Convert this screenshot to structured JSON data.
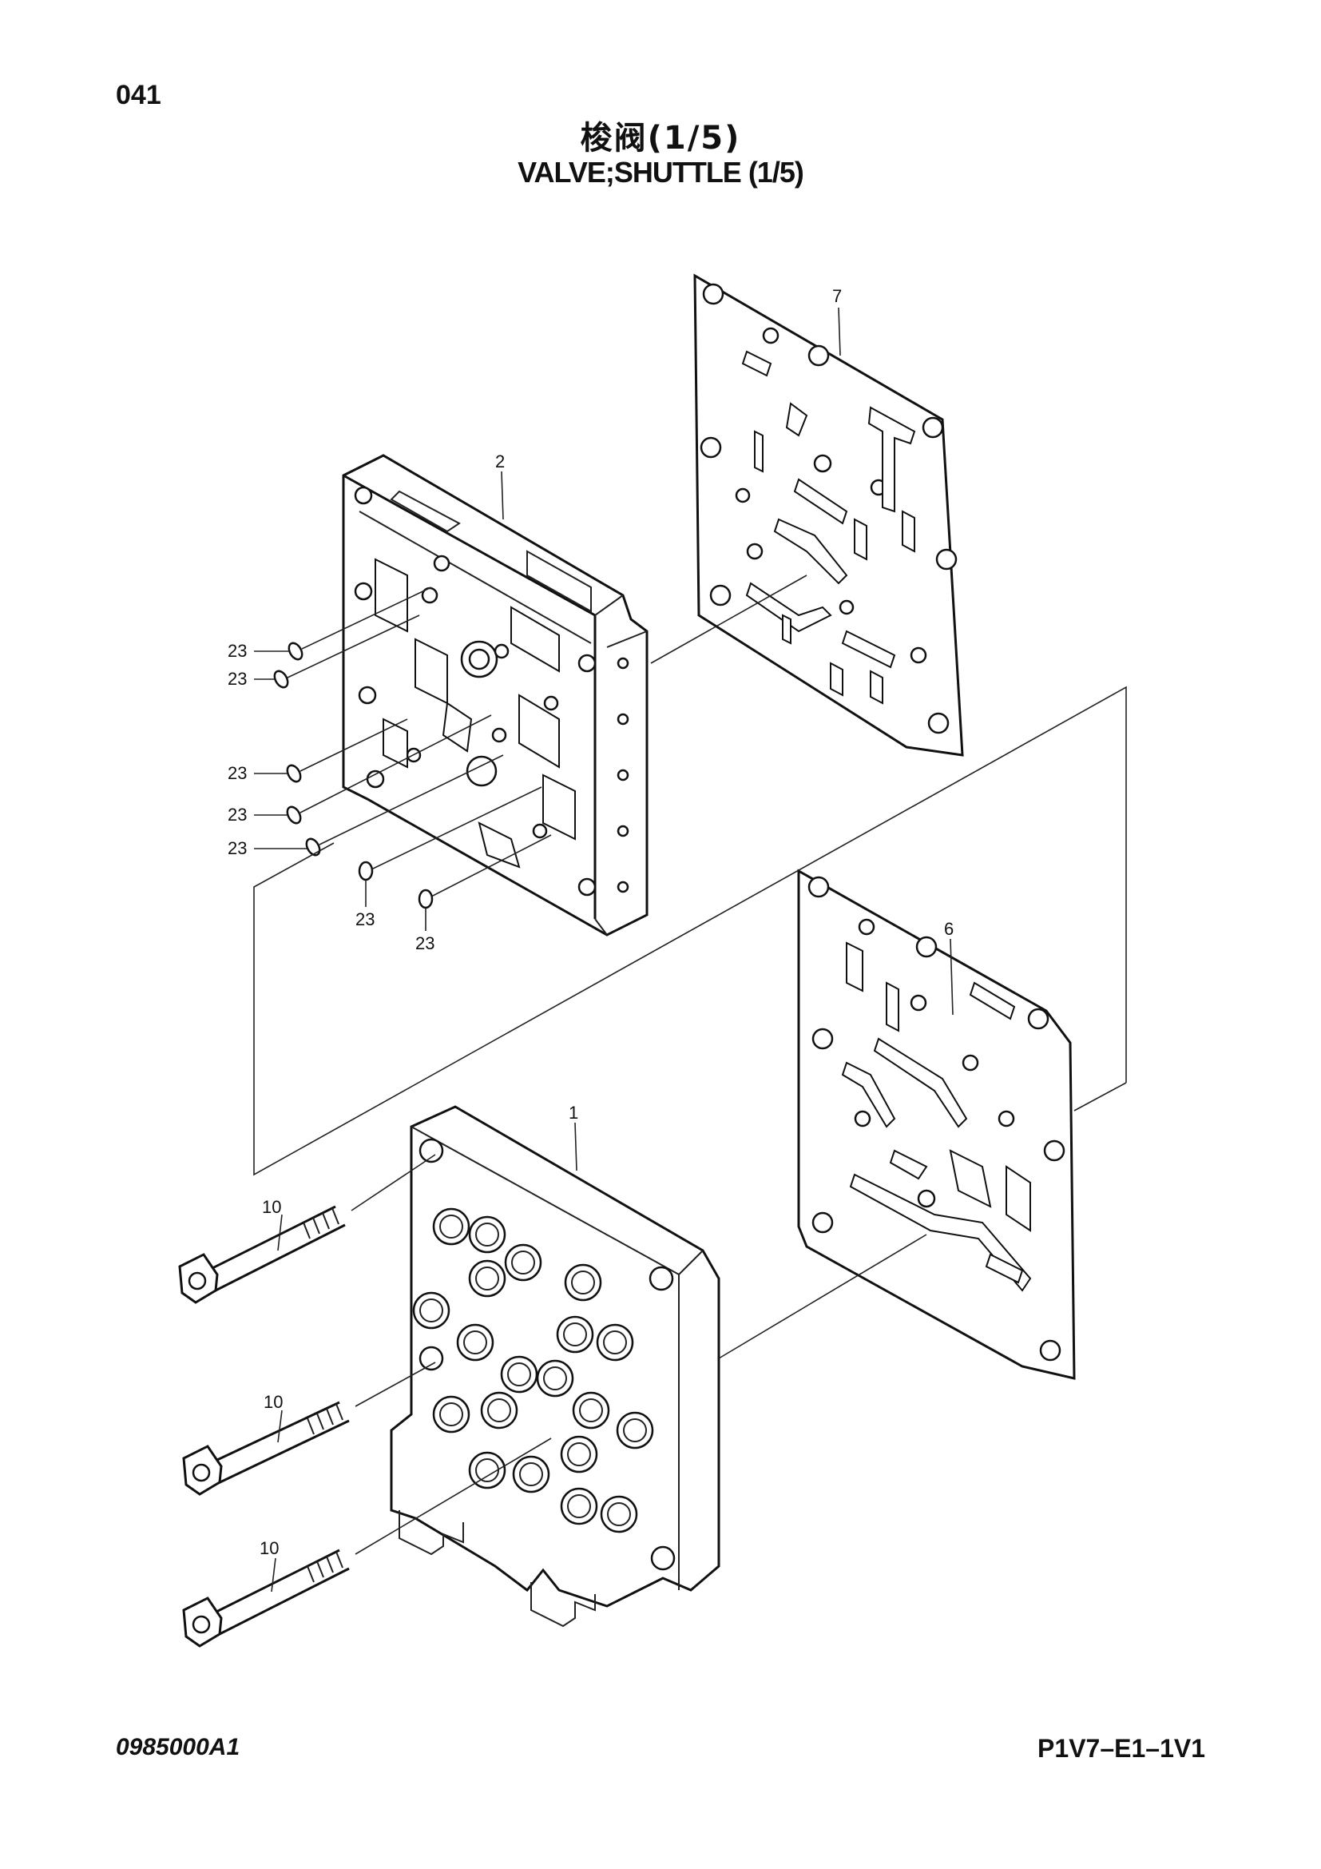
{
  "page": {
    "number": "041",
    "title_cn": "梭阀(1/5)",
    "title_en": "VALVE;SHUTTLE (1/5)",
    "footer_left": "0985000A1",
    "footer_right": "P1V7–E1–1V1"
  },
  "callouts": [
    {
      "id": "c7",
      "label": "7"
    },
    {
      "id": "c2",
      "label": "2"
    },
    {
      "id": "c6",
      "label": "6"
    },
    {
      "id": "c1",
      "label": "1"
    },
    {
      "id": "c10a",
      "label": "10"
    },
    {
      "id": "c10b",
      "label": "10"
    },
    {
      "id": "c10c",
      "label": "10"
    },
    {
      "id": "c23a",
      "label": "23"
    },
    {
      "id": "c23b",
      "label": "23"
    },
    {
      "id": "c23c",
      "label": "23"
    },
    {
      "id": "c23d",
      "label": "23"
    },
    {
      "id": "c23e",
      "label": "23"
    },
    {
      "id": "c23f",
      "label": "23"
    },
    {
      "id": "c23g",
      "label": "23"
    }
  ]
}
